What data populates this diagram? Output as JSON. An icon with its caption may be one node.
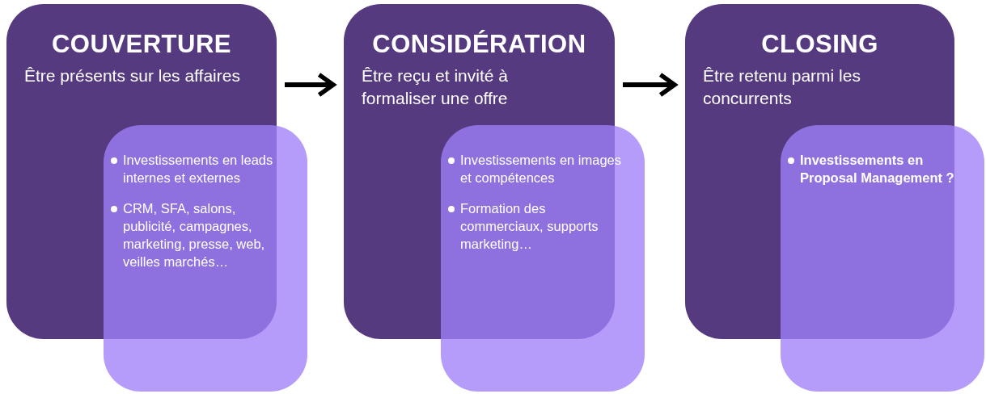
{
  "diagram": {
    "nodes": [
      {
        "text": [
          "COUVERTURE",
          "Être présents sur les affaires"
        ]
      },
      {
        "text": [
          "Investissements en leads internes et externes",
          "CRM, SFA, salons, publicité, campagnes, marketing, presse, web, veilles marchés…"
        ]
      },
      {
        "text": [
          "CONSIDÉRATION",
          "Être reçu et invité à formaliser une offre"
        ]
      },
      {
        "text": [
          "Investissements en images et compétences",
          "Formation des commerciaux, supports marketing…"
        ]
      },
      {
        "text": [
          "CLOSING",
          "Être retenu parmi les concurrents"
        ]
      },
      {
        "text": [
          "Investissements en Proposal Management ?"
        ]
      }
    ],
    "edges": [
      {
        "from": 0,
        "to": 2,
        "arrow": "to"
      },
      {
        "from": 2,
        "to": 4,
        "arrow": "to"
      }
    ]
  }
}
